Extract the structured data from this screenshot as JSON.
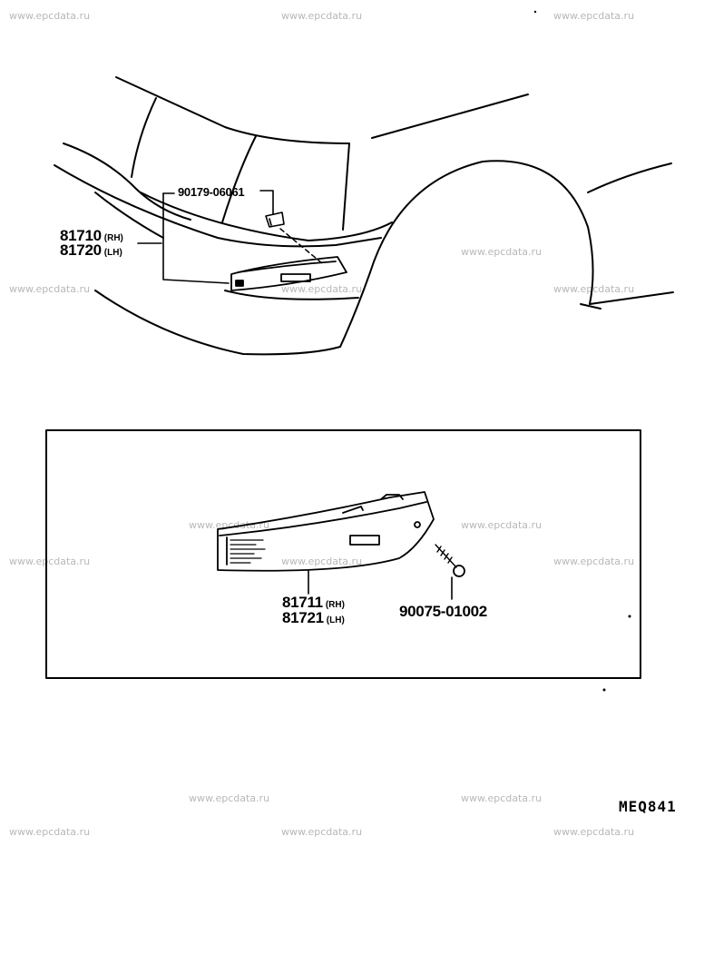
{
  "watermark": "www.epcdata.ru",
  "callouts": {
    "clip_part": "90179-06061",
    "lamp_assy_rh": "81710",
    "lamp_assy_rh_side": "(RH)",
    "lamp_assy_lh": "81720",
    "lamp_assy_lh_side": "(LH)",
    "lens_rh": "81711",
    "lens_rh_side": "(RH)",
    "lens_lh": "81721",
    "lens_lh_side": "(LH)",
    "screw_part": "90075-01002"
  },
  "diagram_ref": "MEQ841"
}
